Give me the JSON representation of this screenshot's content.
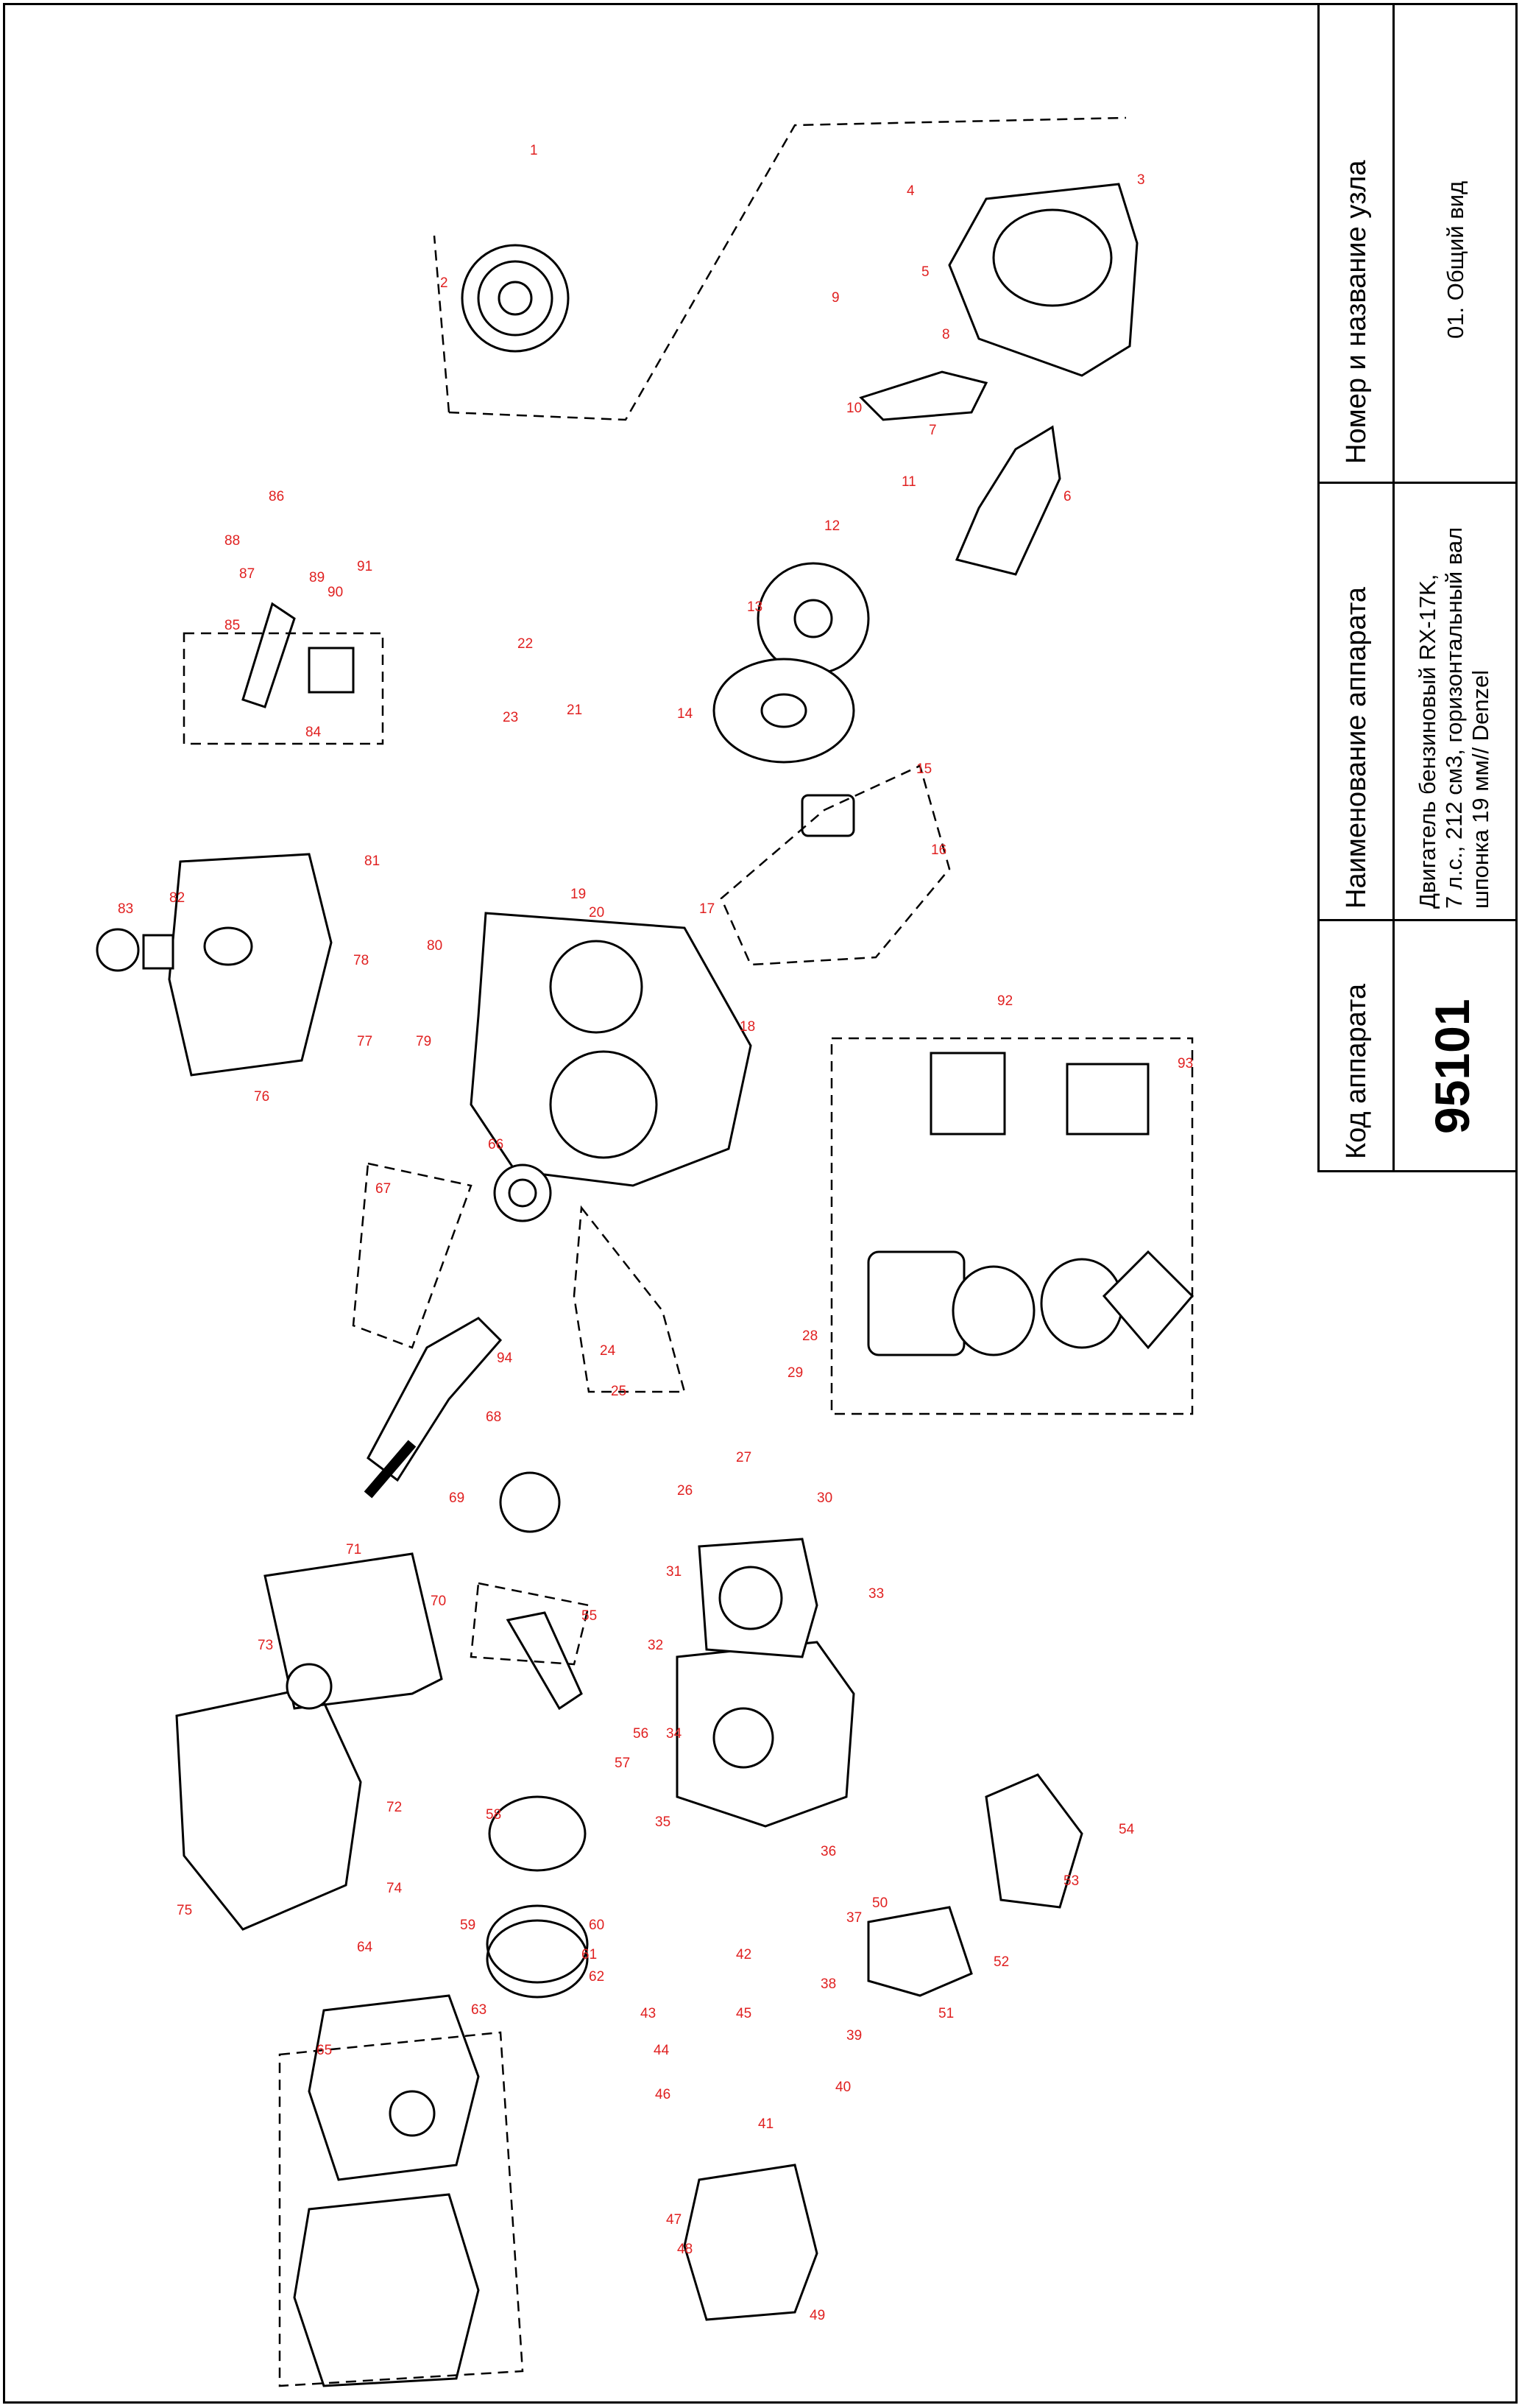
{
  "title_block": {
    "code_header": "Код аппарата",
    "code_value": "95101",
    "name_header": "Наименование аппарата",
    "name_lines": [
      "Двигатель бензиновый RX-17K,",
      "7 л.с., 212 см3, горизонтальный вал",
      "шпонка 19 мм// Denzel"
    ],
    "unit_header": "Номер и название узла",
    "unit_value": "01. Общий вид"
  },
  "colors": {
    "callout": "#e02020",
    "line": "#000000",
    "part_fill": "#ffffff"
  },
  "callouts": [
    "1",
    "2",
    "3",
    "4",
    "5",
    "6",
    "7",
    "8",
    "9",
    "10",
    "11",
    "12",
    "13",
    "14",
    "15",
    "16",
    "17",
    "18",
    "19",
    "20",
    "21",
    "22",
    "23",
    "24",
    "25",
    "26",
    "27",
    "28",
    "29",
    "30",
    "31",
    "32",
    "33",
    "34",
    "35",
    "36",
    "37",
    "38",
    "39",
    "40",
    "41",
    "42",
    "43",
    "44",
    "45",
    "46",
    "47",
    "48",
    "49",
    "50",
    "51",
    "52",
    "53",
    "54",
    "55",
    "56",
    "57",
    "58",
    "59",
    "60",
    "61",
    "62",
    "63",
    "64",
    "65",
    "66",
    "67",
    "68",
    "69",
    "70",
    "71",
    "72",
    "73",
    "74",
    "75",
    "76",
    "77",
    "78",
    "79",
    "80",
    "81",
    "82",
    "83",
    "84",
    "85",
    "86",
    "87",
    "88",
    "89",
    "90",
    "91",
    "92",
    "93",
    "94"
  ]
}
